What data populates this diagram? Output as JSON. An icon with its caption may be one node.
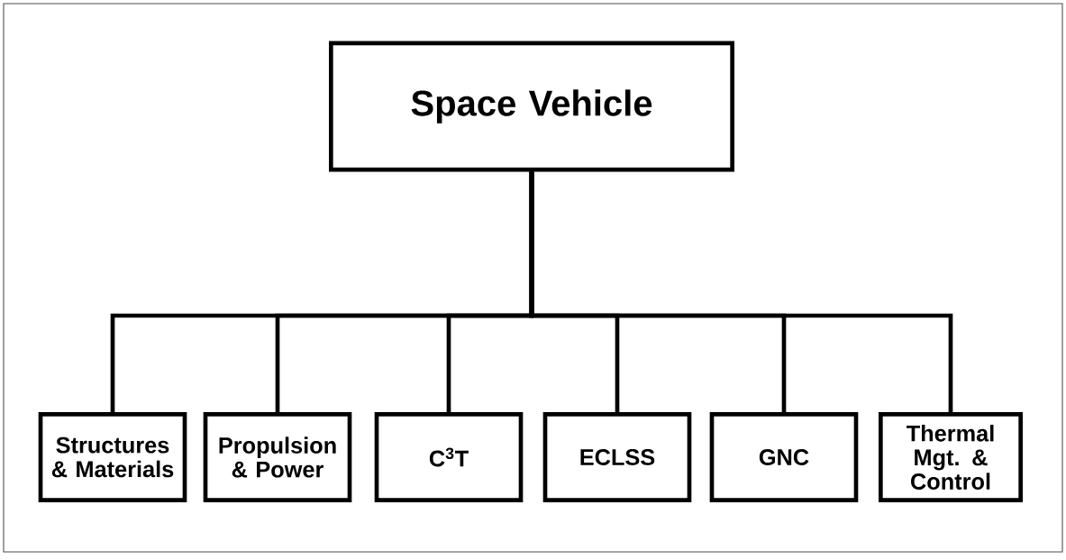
{
  "diagram": {
    "nodes": [
      {
        "text": [
          "Space Vehicle"
        ]
      },
      {
        "text": [
          "Structures & Materials"
        ]
      },
      {
        "text": [
          "Propulsion & Power"
        ]
      },
      {
        "text": [
          "C$^{3}$T"
        ]
      },
      {
        "text": [
          "ECLSS"
        ]
      },
      {
        "text": [
          "GNC"
        ]
      },
      {
        "text": [
          "Thermal Mgt. & Control"
        ]
      }
    ],
    "edges": [
      {
        "from": 0,
        "to": 1,
        "arrow": "none"
      },
      {
        "from": 0,
        "to": 2,
        "arrow": "none"
      },
      {
        "from": 0,
        "to": 3,
        "arrow": "none"
      },
      {
        "from": 0,
        "to": 4,
        "arrow": "none"
      },
      {
        "from": 0,
        "to": 5,
        "arrow": "none"
      },
      {
        "from": 0,
        "to": 6,
        "arrow": "none"
      }
    ]
  }
}
